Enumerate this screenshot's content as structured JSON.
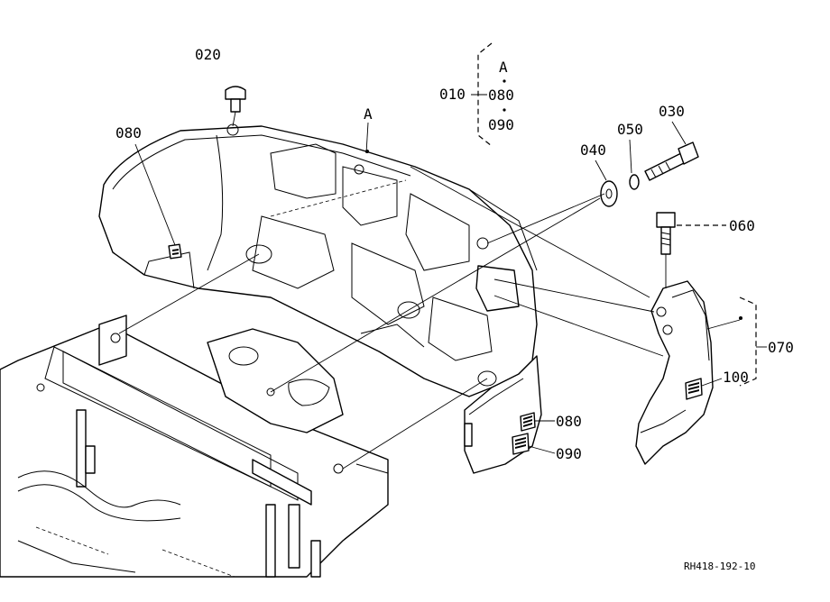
{
  "callouts": {
    "p020": "020",
    "p080_top": "080",
    "a_top": "A",
    "p010": "010",
    "set_a": "A",
    "set_080": "080",
    "set_090": "090",
    "p040": "040",
    "p050": "050",
    "p030": "030",
    "p060": "060",
    "p070": "070",
    "p100": "100",
    "p080_bottom": "080",
    "p090_bottom": "090"
  },
  "drawing_number": "RH418-192-10"
}
